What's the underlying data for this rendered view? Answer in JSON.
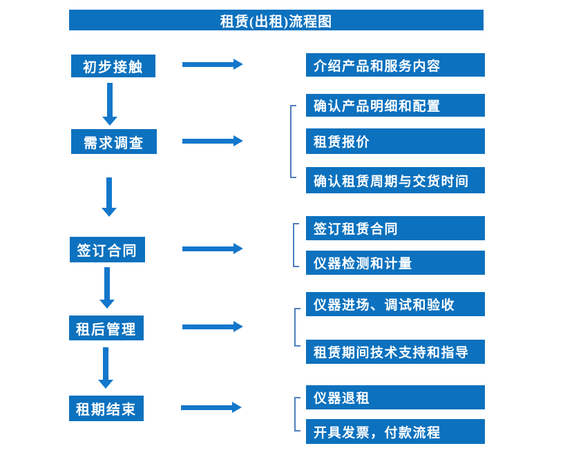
{
  "title": "租赁(出租)流程图",
  "colors": {
    "box": "#0c71be",
    "arrow": "#1377cb",
    "bracket": "#4d7ec0",
    "text": "#ffffff",
    "background": "#ffffff"
  },
  "steps": [
    {
      "label": "初步接触"
    },
    {
      "label": "需求调查"
    },
    {
      "label": "签订合同"
    },
    {
      "label": "租后管理"
    },
    {
      "label": "租期结束"
    }
  ],
  "details": [
    {
      "label": "介绍产品和服务内容"
    },
    {
      "label": "确认产品明细和配置"
    },
    {
      "label": "租赁报价"
    },
    {
      "label": "确认租赁周期与交货时间"
    },
    {
      "label": "签订租赁合同"
    },
    {
      "label": "仪器检测和计量"
    },
    {
      "label": "仪器进场、调试和验收"
    },
    {
      "label": "租赁期间技术支持和指导"
    },
    {
      "label": "仪器退租"
    },
    {
      "label": "开具发票，付款流程"
    }
  ],
  "connections": [
    {
      "from": "初步接触",
      "to": [
        "介绍产品和服务内容"
      ]
    },
    {
      "from": "需求调查",
      "to": [
        "确认产品明细和配置",
        "租赁报价",
        "确认租赁周期与交货时间"
      ]
    },
    {
      "from": "签订合同",
      "to": [
        "签订租赁合同",
        "仪器检测和计量"
      ]
    },
    {
      "from": "租后管理",
      "to": [
        "仪器进场、调试和验收",
        "租赁期间技术支持和指导"
      ]
    },
    {
      "from": "租期结束",
      "to": [
        "仪器退租",
        "开具发票，付款流程"
      ]
    }
  ]
}
